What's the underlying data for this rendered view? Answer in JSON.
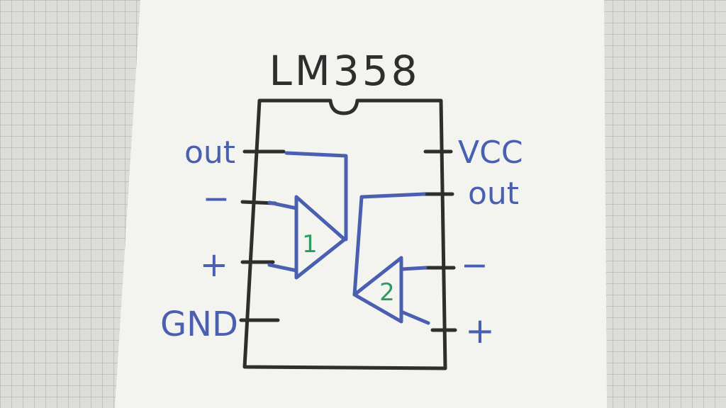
{
  "chip": {
    "title": "LM358"
  },
  "pins": {
    "left": [
      "out",
      "−",
      "+",
      "GND"
    ],
    "right": [
      "VCC",
      "out",
      "−",
      "+"
    ]
  },
  "amplifiers": [
    "1",
    "2"
  ],
  "colors": {
    "ink_black": "#2e2e2e",
    "ink_blue": "#4a5fb0",
    "ink_green": "#2f9a62",
    "paper": "#f3f3ef",
    "grid_paper": "#dcdcd8",
    "grid_line": "#a9a9a6"
  }
}
